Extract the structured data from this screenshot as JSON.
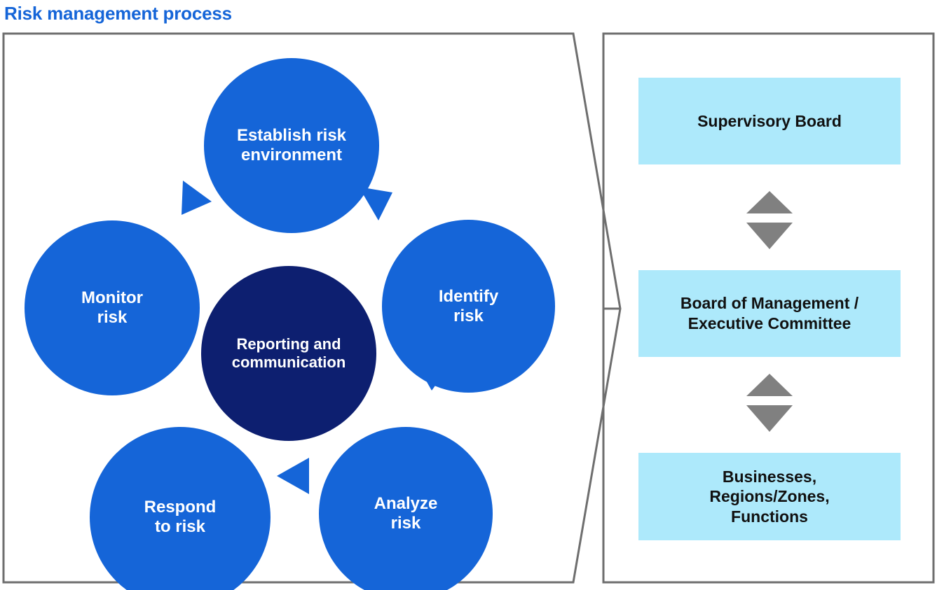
{
  "page": {
    "title": "Risk management process",
    "title_color": "#1565d8",
    "background": "#ffffff"
  },
  "colors": {
    "process_blue": "#1565d8",
    "center_navy": "#0d1f70",
    "governance_cyan": "#ade9fb",
    "arrow_gray": "#808080",
    "frame_gray": "#6e6e6e"
  },
  "cycle": {
    "center": {
      "label": "Reporting and\ncommunication",
      "line1": "Reporting and",
      "line2": "communication"
    },
    "steps": [
      {
        "id": "establish",
        "line1": "Establish risk",
        "line2": "environment"
      },
      {
        "id": "identify",
        "line1": "Identify",
        "line2": "risk"
      },
      {
        "id": "analyze",
        "line1": "Analyze",
        "line2": "risk"
      },
      {
        "id": "respond",
        "line1": "Respond",
        "line2": "to risk"
      },
      {
        "id": "monitor",
        "line1": "Monitor",
        "line2": "risk"
      }
    ],
    "arrows": [
      {
        "id": "establish-to-identify",
        "icon": "triangle-arrow-down-right"
      },
      {
        "id": "identify-to-analyze",
        "icon": "triangle-arrow-down-right"
      },
      {
        "id": "analyze-to-respond",
        "icon": "triangle-arrow-left"
      },
      {
        "id": "respond-to-monitor",
        "icon": "triangle-arrow-up-left"
      },
      {
        "id": "monitor-to-establish",
        "icon": "triangle-arrow-up-right"
      }
    ]
  },
  "governance": {
    "boxes": [
      {
        "id": "supervisory-board",
        "line1": "Supervisory Board",
        "line2": ""
      },
      {
        "id": "board-of-management",
        "line1": "Board of Management /",
        "line2": "Executive Committee"
      },
      {
        "id": "businesses-regions-functions",
        "line1": "Businesses,",
        "line2": "Regions/Zones,",
        "line3": "Functions"
      }
    ],
    "connectors": [
      {
        "id": "connector-1",
        "up_icon": "triangle-up-icon",
        "down_icon": "triangle-down-icon"
      },
      {
        "id": "connector-2",
        "up_icon": "triangle-up-icon",
        "down_icon": "triangle-down-icon"
      }
    ]
  }
}
